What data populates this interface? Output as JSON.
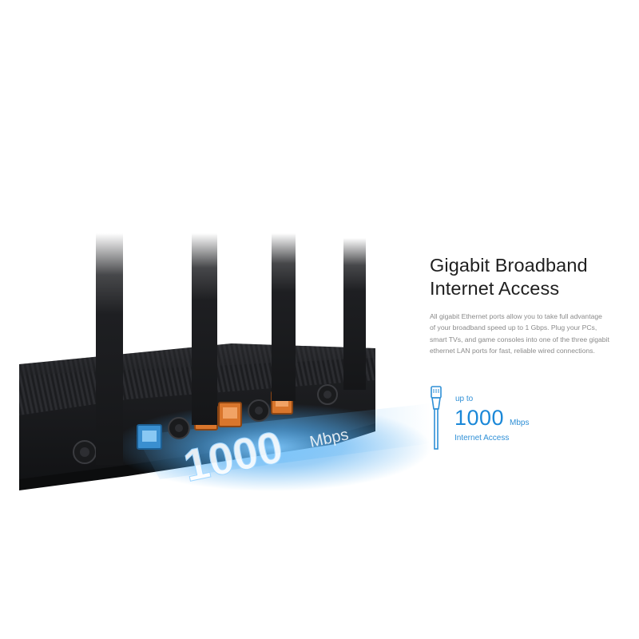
{
  "heading": {
    "line1": "Gigabit Broadband",
    "line2": "Internet Access"
  },
  "description": "All gigabit Ethernet ports allow you to take full advantage of your broadband speed up to 1 Gbps. Plug your PCs, smart TVs, and game consoles into one of the three gigabit ethernet LAN ports for fast, reliable wired connections.",
  "spec": {
    "prefix": "up to",
    "value": "1000",
    "unit": "Mbps",
    "label": "Internet Access"
  },
  "graphic": {
    "speed_value": "1000",
    "speed_unit": "Mbps"
  },
  "colors": {
    "accent": "#1b88d8",
    "router_body": "#1c1d20",
    "lan_port": "#d9762c",
    "wan_port": "#2f86c8",
    "heading": "#1f1f1f",
    "body_text": "#8a8a8a"
  },
  "icons": {
    "cable": "ethernet-cable-icon"
  }
}
